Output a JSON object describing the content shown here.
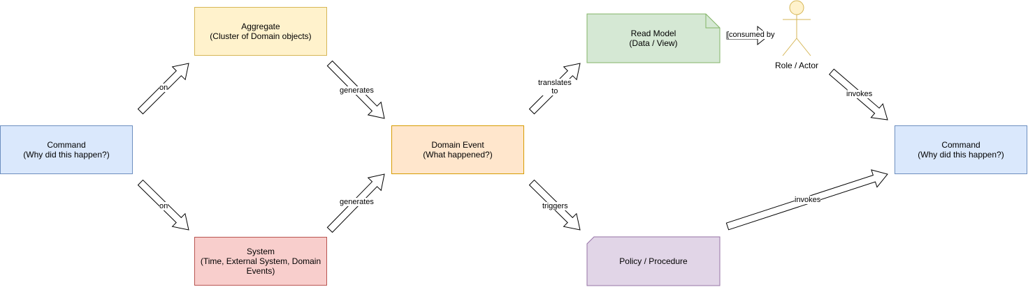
{
  "nodes": {
    "command_left": {
      "line1": "Command",
      "line2": "(Why did this happen?)",
      "fill": "#dae8fc",
      "stroke": "#6c8ebf"
    },
    "aggregate": {
      "line1": "Aggregate",
      "line2": "(Cluster of Domain objects)",
      "fill": "#fff2cc",
      "stroke": "#d6b656"
    },
    "system": {
      "line1": "System",
      "line2": "(Time, External System, Domain",
      "line3": "Events)",
      "fill": "#f8cecc",
      "stroke": "#b85450"
    },
    "domain_event": {
      "line1": "Domain Event",
      "line2": "(What happened?)",
      "fill": "#ffe6cc",
      "stroke": "#d79b00"
    },
    "read_model": {
      "line1": "Read Model",
      "line2": "(Data / View)",
      "fill": "#d5e8d4",
      "stroke": "#82b366"
    },
    "policy": {
      "line1": "Policy / Procedure",
      "fill": "#e1d5e7",
      "stroke": "#9673a6"
    },
    "actor": {
      "label": "Role / Actor",
      "fill": "#fff2cc",
      "stroke": "#d6b656"
    },
    "command_right": {
      "line1": "Command",
      "line2": "(Why did this happen?)",
      "fill": "#dae8fc",
      "stroke": "#6c8ebf"
    }
  },
  "edges": {
    "on_top": "on",
    "on_bottom": "on",
    "generates_top": "generates",
    "generates_bottom": "generates",
    "translates_line1": "translates",
    "translates_line2": "to",
    "triggers": "triggers",
    "consumed_by": "[consumed by",
    "invokes_actor": "invokes",
    "invokes_policy": "invokes"
  }
}
